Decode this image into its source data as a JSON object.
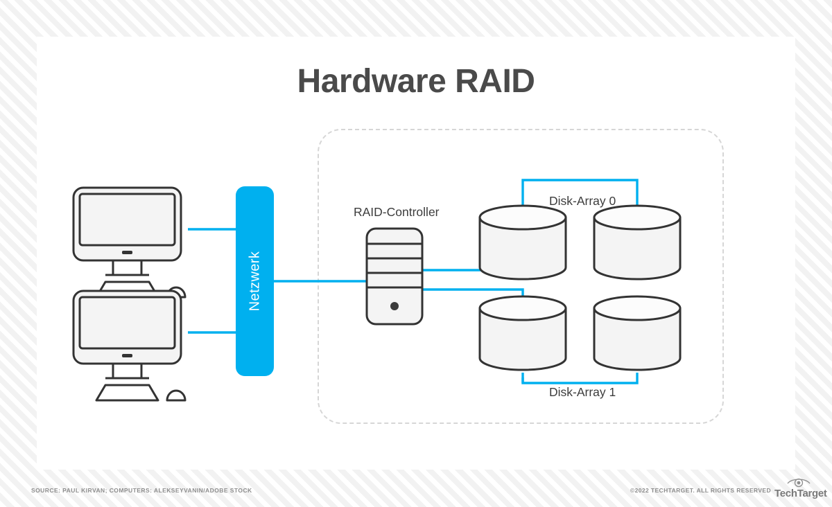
{
  "page": {
    "title": "Hardware RAID",
    "background_pattern": "diagonal-stripes",
    "card_background": "#ffffff"
  },
  "colors": {
    "accent_cyan": "#00b0ef",
    "title_gray": "#4a4a4a",
    "label_gray": "#3c3c3c",
    "outline_dark": "#333333",
    "device_fill": "#f4f4f4",
    "dashed_border": "#d6d6d6",
    "footer_gray": "#8d8d8d"
  },
  "diagram": {
    "network": {
      "label": "Netzwerk",
      "orientation": "vertical",
      "color": "#00b0ef"
    },
    "clients": [
      {
        "name": "workstation-1",
        "icon": "desktop-computer-icon"
      },
      {
        "name": "workstation-2",
        "icon": "desktop-computer-icon"
      }
    ],
    "controller": {
      "label": "RAID-Controller",
      "icon": "tower-server-icon",
      "drive_bays": 3,
      "power_led": true
    },
    "arrays": [
      {
        "label": "Disk-Array 0",
        "label_position": "above",
        "disks": [
          {
            "name": "disk-0-a",
            "icon": "disk-cylinder-icon"
          },
          {
            "name": "disk-0-b",
            "icon": "disk-cylinder-icon"
          }
        ]
      },
      {
        "label": "Disk-Array 1",
        "label_position": "below",
        "disks": [
          {
            "name": "disk-1-a",
            "icon": "disk-cylinder-icon"
          },
          {
            "name": "disk-1-b",
            "icon": "disk-cylinder-icon"
          }
        ]
      }
    ],
    "enclosure": {
      "name": "raid-subsystem-enclosure",
      "border_style": "dashed"
    }
  },
  "footer": {
    "source": "SOURCE: PAUL KIRVAN; COMPUTERS: ALEKSEYVANIN/ADOBE STOCK",
    "copyright": "©2022 TECHTARGET. ALL RIGHTS RESERVED",
    "brand": "TechTarget",
    "brand_icon": "eye-icon"
  }
}
